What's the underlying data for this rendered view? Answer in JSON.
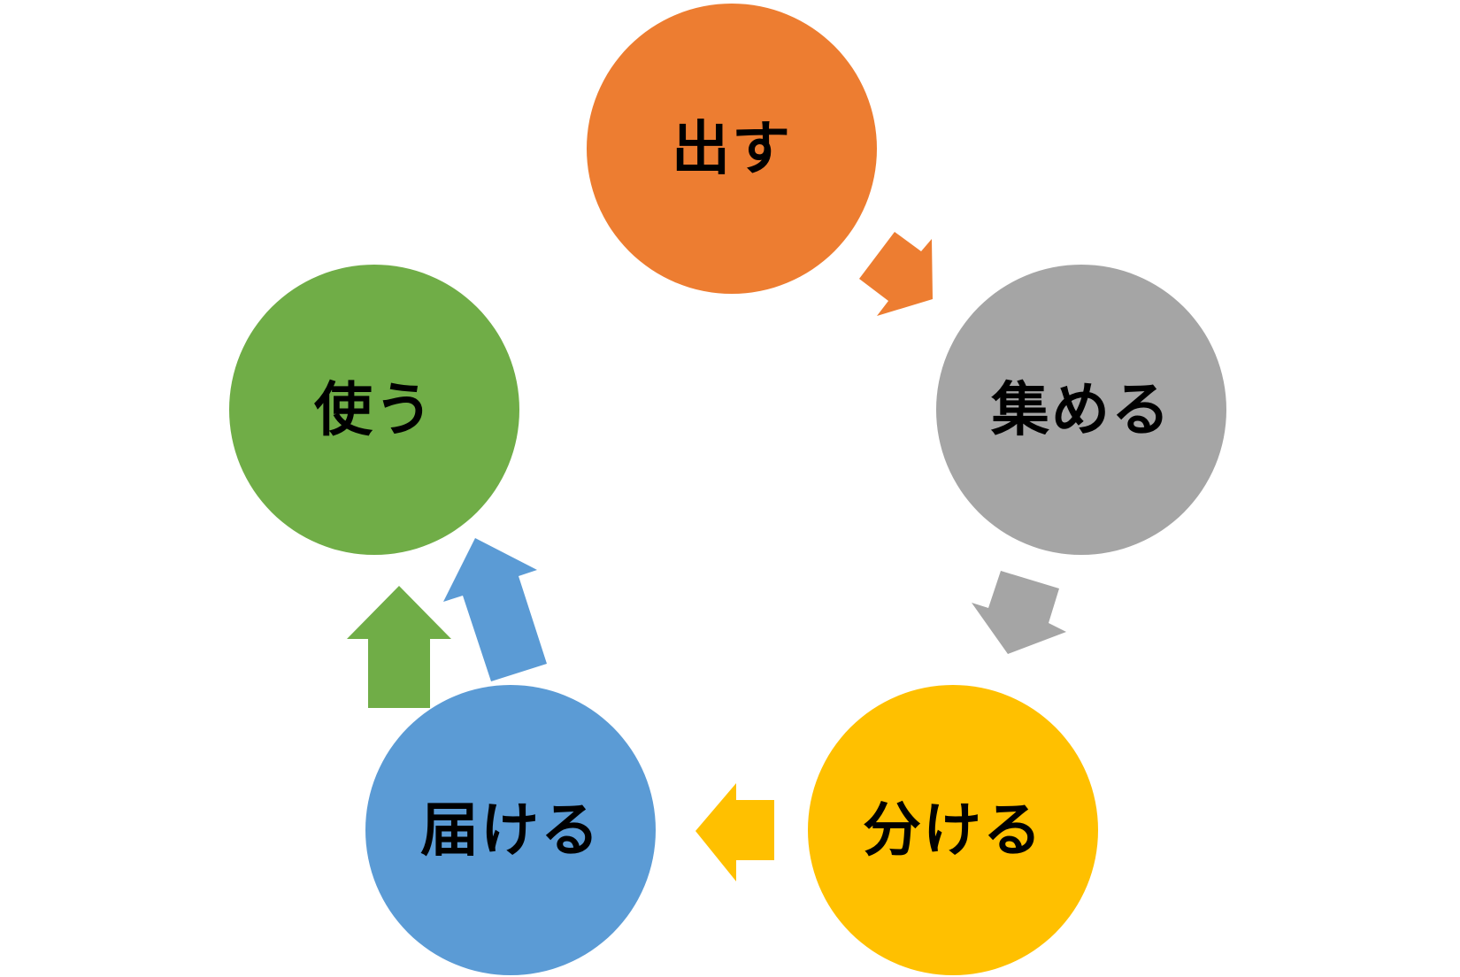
{
  "nodes": [
    {
      "id": "dasu",
      "label": "出す",
      "color": "#ED7D31"
    },
    {
      "id": "atsumeru",
      "label": "集める",
      "color": "#A5A5A5"
    },
    {
      "id": "wakeru",
      "label": "分ける",
      "color": "#FFC000"
    },
    {
      "id": "todokeru",
      "label": "届ける",
      "color": "#5B9BD5"
    },
    {
      "id": "tsukau",
      "label": "使う",
      "color": "#70AD47"
    }
  ],
  "arrows": [
    {
      "from": "dasu",
      "to": "atsumeru",
      "color": "#ED7D31"
    },
    {
      "from": "atsumeru",
      "to": "wakeru",
      "color": "#A5A5A5"
    },
    {
      "from": "wakeru",
      "to": "todokeru",
      "color": "#FFC000"
    },
    {
      "from": "todokeru",
      "to": "tsukau",
      "color": "#5B9BD5"
    },
    {
      "from": "todokeru",
      "to": "tsukau",
      "color": "#70AD47"
    }
  ]
}
